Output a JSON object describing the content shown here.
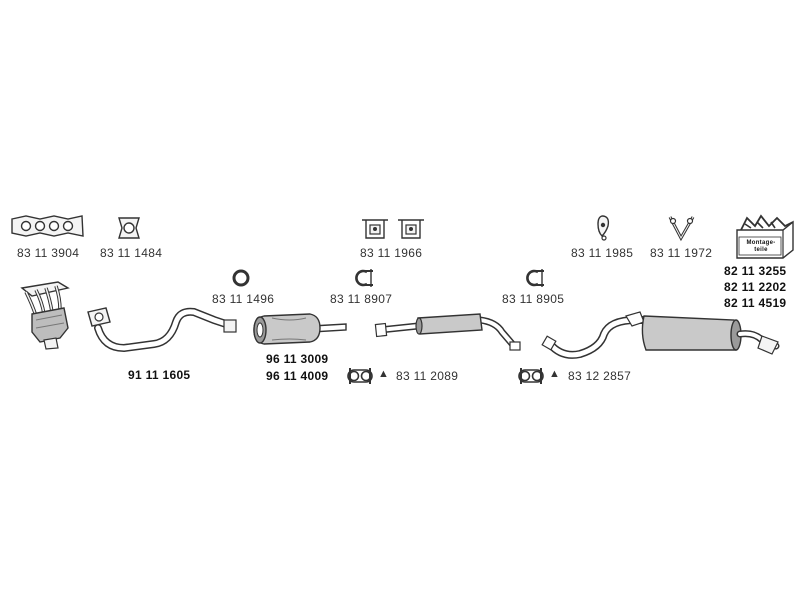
{
  "parts": {
    "gasket_manifold": {
      "number": "83 11 3904",
      "icon": "manifold-gasket-icon"
    },
    "gasket_square": {
      "number": "83 11 1484",
      "icon": "square-gasket-icon"
    },
    "hanger_a": {
      "number": "83 11 1966",
      "icon": "hanger-bracket-icon"
    },
    "hanger_b": {
      "number": "83 11 1985",
      "icon": "rubber-hanger-icon"
    },
    "hanger_c": {
      "number": "83 11 1972",
      "icon": "v-bracket-icon"
    },
    "mounting_kit": {
      "numbers": [
        "82 11 3255",
        "82 11 2202",
        "82 11 4519"
      ],
      "box_text": "Montage-teile",
      "icon": "mounting-kit-box-icon"
    },
    "ring_seal": {
      "number": "83 11 1496",
      "icon": "ring-seal-icon"
    },
    "clamp_a": {
      "number": "83 11 8907",
      "icon": "pipe-clamp-icon"
    },
    "clamp_b": {
      "number": "83 11 8905",
      "icon": "pipe-clamp-icon"
    },
    "front_pipe": {
      "number": "91 11 1605",
      "icon": "front-pipe-icon"
    },
    "catalytic_converter": {
      "numbers": [
        "96 11 3009",
        "96 11 4009"
      ],
      "icon": "catalytic-converter-icon"
    },
    "clamp_c": {
      "number": "83 11 2089",
      "icon": "double-clamp-icon"
    },
    "clamp_d": {
      "number": "83 12 2857",
      "icon": "double-clamp-icon"
    },
    "exhaust_manifold": {
      "icon": "exhaust-manifold-icon"
    },
    "middle_silencer": {
      "icon": "middle-silencer-icon"
    },
    "rear_silencer": {
      "icon": "rear-silencer-icon"
    }
  },
  "symbols": {
    "triangle": "▲"
  },
  "colors": {
    "stroke": "#333333",
    "fill": "#f4f4f4",
    "shade": "#9a9a9a"
  }
}
